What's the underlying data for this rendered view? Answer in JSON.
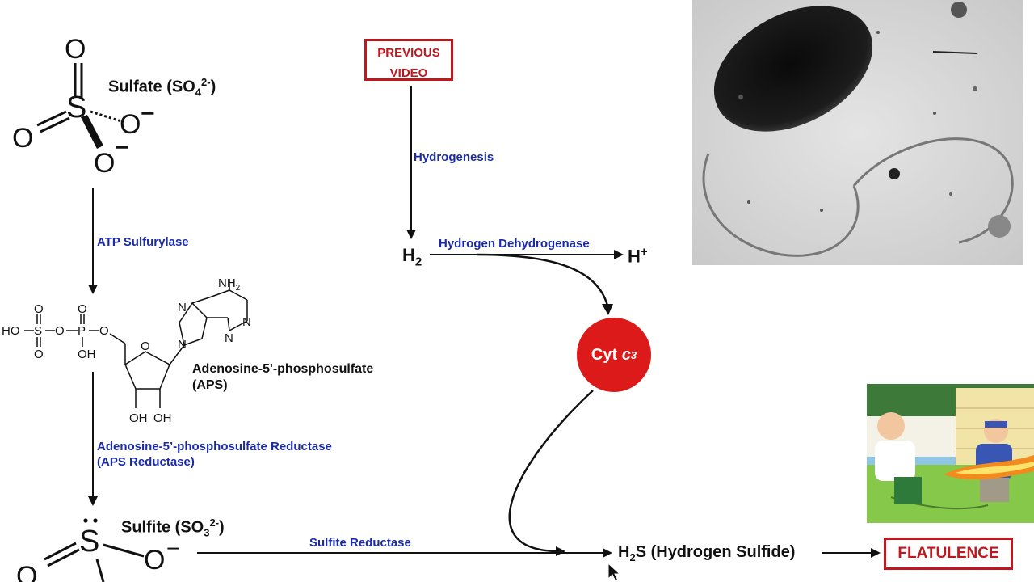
{
  "labels": {
    "sulfate_name": "Sulfate (SO",
    "sulfate_sub": "4",
    "sulfate_sup": "2-",
    "sulfate_close": ")",
    "aps_line1": "Adenosine-5'-phosphosulfate",
    "aps_line2": "(APS)",
    "sulfite_name": "Sulfite (SO",
    "sulfite_sub": "3",
    "sulfite_sup": "2-",
    "sulfite_close": ")",
    "h2_main": "H",
    "h2_sub": "2",
    "hplus_main": "H",
    "hplus_sup": "+",
    "cyt_main": "Cyt ",
    "cyt_italic": "c",
    "cyt_sub": "3",
    "h2s_h": "H",
    "h2s_sub": "2",
    "h2s_rest": "S (Hydrogen Sulfide)"
  },
  "enzymes": {
    "atp_sulfurylase": "ATP Sulfurylase",
    "aps_reductase_line1": "Adenosine-5’-phosphosulfate Reductase",
    "aps_reductase_line2": "(APS Reductase)",
    "hydrogenesis": "Hydrogenesis",
    "hydrogen_dehydrogenase": "Hydrogen Dehydrogenase",
    "sulfite_reductase": "Sulfite Reductase"
  },
  "buttons": {
    "previous_line1": "PREVIOUS",
    "previous_line2": "VIDEO",
    "flatulence": "FLATULENCE"
  },
  "structure_atoms": {
    "O": "O",
    "S": "S",
    "P": "P",
    "N": "N",
    "HO": "HO",
    "OH": "OH",
    "NH2_N": "NH",
    "NH2_sub": "2",
    "minus": "−"
  },
  "colors": {
    "enzyme_blue": "#1a2aa8",
    "accent_red": "#c0161e",
    "cyt_red": "#dd1a1a"
  }
}
